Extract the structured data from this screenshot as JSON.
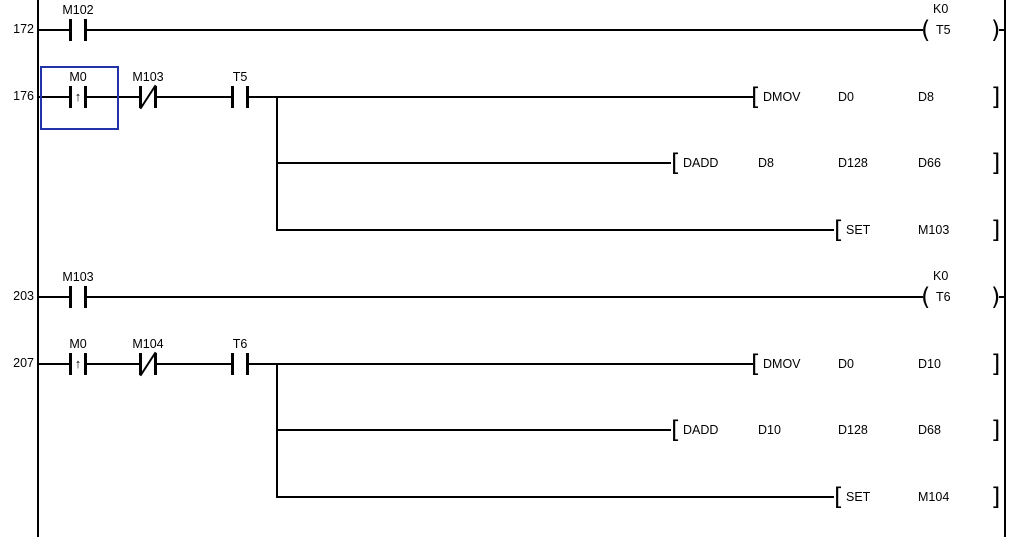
{
  "colors": {
    "background": "#ffffff",
    "line": "#000000",
    "cursor_outline": "#2233aa"
  },
  "symbols": {
    "pulse_arrow": "↑",
    "paren_open": "(",
    "paren_close": ")",
    "bracket_open": "[",
    "bracket_close": "]"
  },
  "rungs": [
    {
      "step": "172",
      "contacts": [
        {
          "label": "M102",
          "type": "normally-open"
        }
      ],
      "coil": {
        "preset": "K0",
        "label": "T5"
      }
    },
    {
      "step": "176",
      "contacts": [
        {
          "label": "M0",
          "type": "rising-edge-pulse"
        },
        {
          "label": "M103",
          "type": "normally-closed"
        },
        {
          "label": "T5",
          "type": "normally-open"
        }
      ],
      "instructions": [
        {
          "op": "DMOV",
          "args": [
            "D0",
            "D8"
          ]
        },
        {
          "op": "DADD",
          "args": [
            "D8",
            "D128",
            "D66"
          ]
        },
        {
          "op": "SET",
          "args": [
            "M103"
          ]
        }
      ]
    },
    {
      "step": "203",
      "contacts": [
        {
          "label": "M103",
          "type": "normally-open"
        }
      ],
      "coil": {
        "preset": "K0",
        "label": "T6"
      }
    },
    {
      "step": "207",
      "contacts": [
        {
          "label": "M0",
          "type": "rising-edge-pulse"
        },
        {
          "label": "M104",
          "type": "normally-closed"
        },
        {
          "label": "T6",
          "type": "normally-open"
        }
      ],
      "instructions": [
        {
          "op": "DMOV",
          "args": [
            "D0",
            "D10"
          ]
        },
        {
          "op": "DADD",
          "args": [
            "D10",
            "D128",
            "D68"
          ]
        },
        {
          "op": "SET",
          "args": [
            "M104"
          ]
        }
      ]
    }
  ]
}
